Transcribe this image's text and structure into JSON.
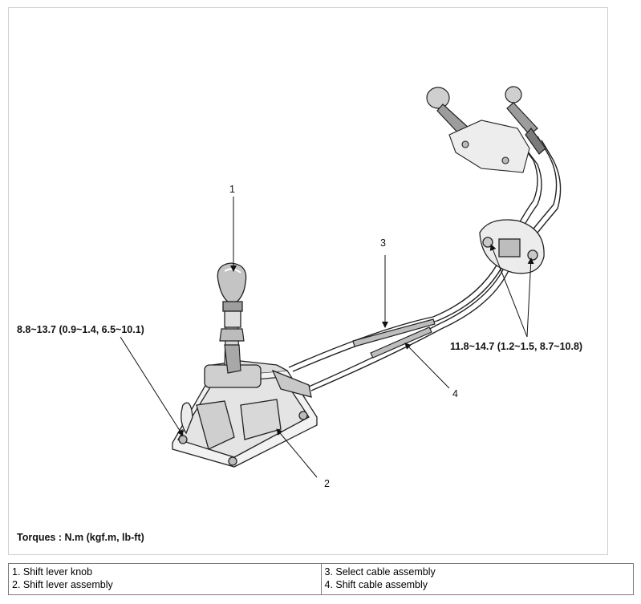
{
  "callouts": {
    "n1": "1",
    "n2": "2",
    "n3": "3",
    "n4": "4",
    "torque_left": "8.8~13.7 (0.9~1.4, 6.5~10.1)",
    "torque_right": "11.8~14.7 (1.2~1.5, 8.7~10.8)",
    "torques_note": "Torques : N.m (kgf.m, lb-ft)"
  },
  "legend": {
    "left": [
      "1. Shift lever knob",
      "2. Shift lever assembly"
    ],
    "right": [
      "3. Select cable assembly",
      "4. Shift cable assembly"
    ]
  }
}
